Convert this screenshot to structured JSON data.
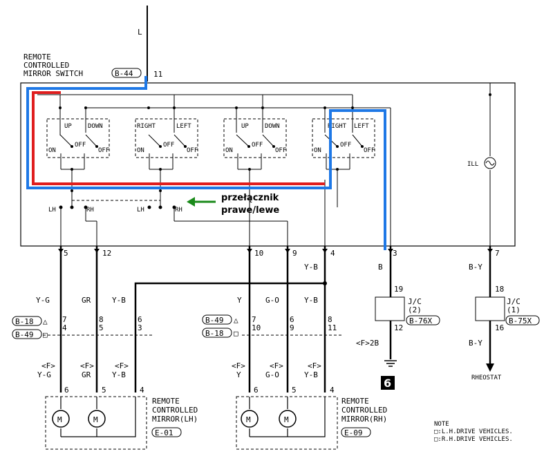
{
  "colors": {
    "blue": "#1e78e6",
    "red": "#e01e1e",
    "green": "#1a8a1a",
    "black": "#000000"
  },
  "switch": {
    "title": [
      "REMOTE",
      "CONTROLLED",
      "MIRROR SWITCH"
    ],
    "connector": "B-44",
    "pin_top": "11",
    "top_wire": "L",
    "sections": [
      {
        "a": "UP",
        "b": "DOWN"
      },
      {
        "a": "RIGHT",
        "b": "LEFT"
      },
      {
        "a": "UP",
        "b": "DOWN"
      },
      {
        "a": "RIGHT",
        "b": "LEFT"
      }
    ],
    "on": "ON",
    "off": "OFF",
    "ill": "ILL",
    "lh": "LH",
    "rh": "RH",
    "pins": [
      "5",
      "12",
      "10",
      "9",
      "4",
      "3",
      "7"
    ]
  },
  "annotation": {
    "line1": "przełącznik",
    "line2": "prawe/lewe"
  },
  "wires": {
    "yg": "Y-G",
    "gr": "GR",
    "yb": "Y-B",
    "y": "Y",
    "go": "G-O",
    "b": "B",
    "by": "B-Y"
  },
  "joints": {
    "jc2": {
      "label": "J/C",
      "num": "(2)",
      "conn": "B-76X",
      "pin_top": "19",
      "pin_bot": "12"
    },
    "jc1": {
      "label": "J/C",
      "num": "(1)",
      "conn": "B-75X",
      "pin_top": "18",
      "pin_bot": "16"
    }
  },
  "ground": {
    "label": "<F>2B",
    "id": "6"
  },
  "rheostat": "RHEOSTAT",
  "connectors_lh": {
    "c1": "B-18",
    "c2": "B-49",
    "pins_a": [
      "7",
      "8",
      "6"
    ],
    "pins_b": [
      "4",
      "5",
      "3"
    ]
  },
  "connectors_rh": {
    "c1": "B-49",
    "c2": "B-18",
    "pins_a": [
      "7",
      "6",
      "8"
    ],
    "pins_b": [
      "10",
      "9",
      "11"
    ]
  },
  "mirror_lh": {
    "title": [
      "REMOTE",
      "CONTROLLED",
      "MIRROR(LH)"
    ],
    "conn": "E-01",
    "f_tags": [
      "<F>",
      "<F>",
      "<F>"
    ],
    "wires": [
      "Y-G",
      "GR",
      "Y-B"
    ],
    "pins": [
      "6",
      "5",
      "4"
    ]
  },
  "mirror_rh": {
    "title": [
      "REMOTE",
      "CONTROLLED",
      "MIRROR(RH)"
    ],
    "conn": "E-09",
    "f_tags": [
      "<F>",
      "<F>",
      "<F>"
    ],
    "wires": [
      "Y",
      "G-O",
      "Y-B"
    ],
    "pins": [
      "6",
      "5",
      "4"
    ]
  },
  "note": {
    "title": "NOTE",
    "line1": "□:L.H.DRIVE VEHICLES.",
    "line2": "□:R.H.DRIVE VEHICLES."
  },
  "motor": "M"
}
